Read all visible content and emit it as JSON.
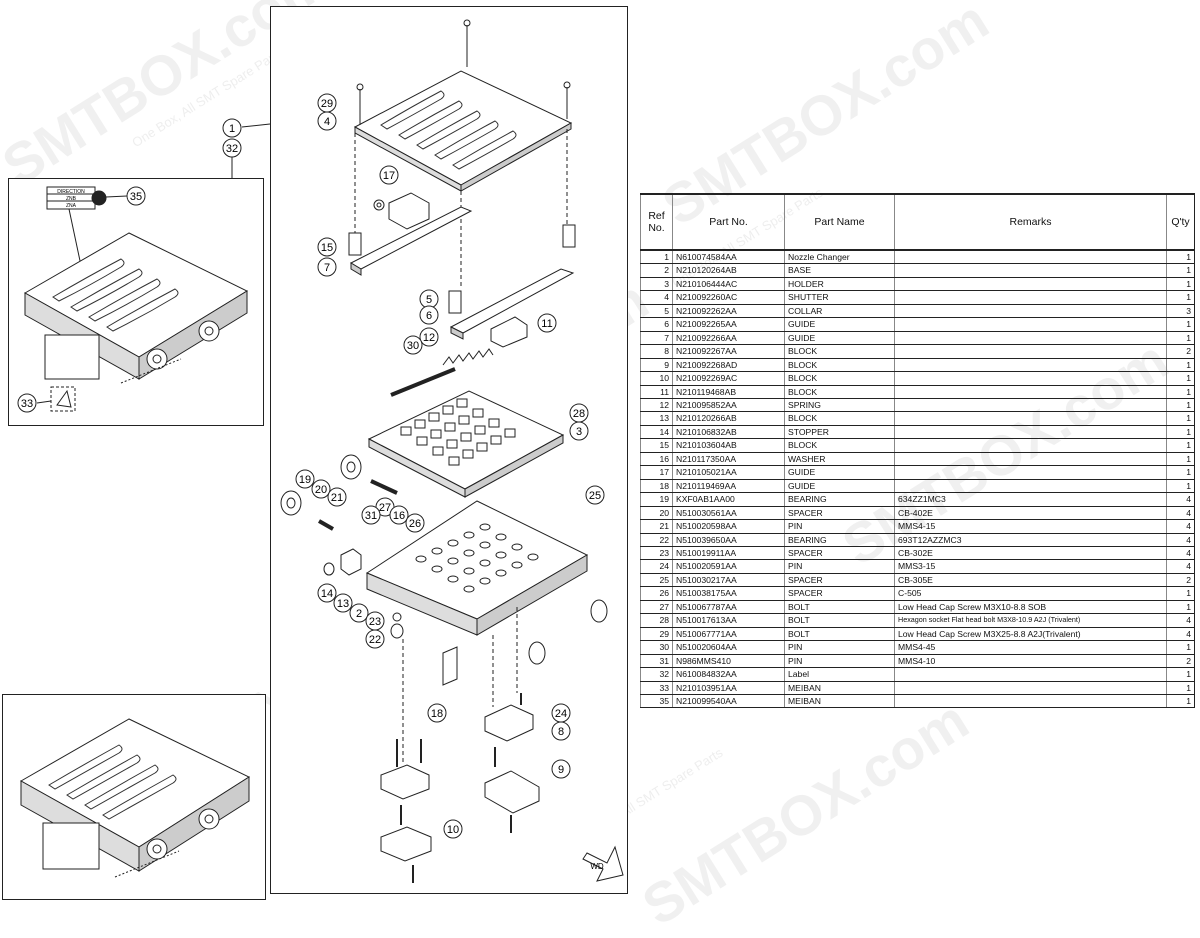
{
  "callouts": {
    "main": [
      "29",
      "4",
      "17",
      "15",
      "7",
      "5",
      "6",
      "11",
      "12",
      "30",
      "28",
      "3",
      "19",
      "20",
      "21",
      "27",
      "16",
      "26",
      "31",
      "25",
      "14",
      "13",
      "2",
      "23",
      "22",
      "18",
      "24",
      "8",
      "9",
      "10"
    ],
    "assembly_top": "1",
    "assembly_label": "32",
    "inset_meiban": "35",
    "inset_label": "33"
  },
  "inset": {
    "label_lines": [
      "DIRECTION",
      "ZNB",
      "ZNA"
    ]
  },
  "arrow_marker": "WD",
  "watermarks": {
    "brand": "SMTBOX.com",
    "tagline": "One Box, All SMT Spare Parts"
  },
  "table": {
    "headers": {
      "ref": "Ref\nNo.",
      "part_no": "Part No.",
      "part_name": "Part Name",
      "remarks": "Remarks",
      "qty": "Q'ty"
    },
    "rows": [
      {
        "ref": "1",
        "part_no": "N610074584AA",
        "name": "Nozzle Changer",
        "remarks": "",
        "qty": "1"
      },
      {
        "ref": "2",
        "part_no": "N210120264AB",
        "name": "BASE",
        "remarks": "",
        "qty": "1"
      },
      {
        "ref": "3",
        "part_no": "N210106444AC",
        "name": "HOLDER",
        "remarks": "",
        "qty": "1"
      },
      {
        "ref": "4",
        "part_no": "N210092260AC",
        "name": "SHUTTER",
        "remarks": "",
        "qty": "1"
      },
      {
        "ref": "5",
        "part_no": "N210092262AA",
        "name": "COLLAR",
        "remarks": "",
        "qty": "3"
      },
      {
        "ref": "6",
        "part_no": "N210092265AA",
        "name": "GUIDE",
        "remarks": "",
        "qty": "1"
      },
      {
        "ref": "7",
        "part_no": "N210092266AA",
        "name": "GUIDE",
        "remarks": "",
        "qty": "1"
      },
      {
        "ref": "8",
        "part_no": "N210092267AA",
        "name": "BLOCK",
        "remarks": "",
        "qty": "2"
      },
      {
        "ref": "9",
        "part_no": "N210092268AD",
        "name": "BLOCK",
        "remarks": "",
        "qty": "1"
      },
      {
        "ref": "10",
        "part_no": "N210092269AC",
        "name": "BLOCK",
        "remarks": "",
        "qty": "1"
      },
      {
        "ref": "11",
        "part_no": "N210119468AB",
        "name": "BLOCK",
        "remarks": "",
        "qty": "1"
      },
      {
        "ref": "12",
        "part_no": "N210095852AA",
        "name": "SPRING",
        "remarks": "",
        "qty": "1"
      },
      {
        "ref": "13",
        "part_no": "N210120266AB",
        "name": "BLOCK",
        "remarks": "",
        "qty": "1"
      },
      {
        "ref": "14",
        "part_no": "N210106832AB",
        "name": "STOPPER",
        "remarks": "",
        "qty": "1"
      },
      {
        "ref": "15",
        "part_no": "N210103604AB",
        "name": "BLOCK",
        "remarks": "",
        "qty": "1"
      },
      {
        "ref": "16",
        "part_no": "N210117350AA",
        "name": "WASHER",
        "remarks": "",
        "qty": "1"
      },
      {
        "ref": "17",
        "part_no": "N210105021AA",
        "name": "GUIDE",
        "remarks": "",
        "qty": "1"
      },
      {
        "ref": "18",
        "part_no": "N210119469AA",
        "name": "GUIDE",
        "remarks": "",
        "qty": "1"
      },
      {
        "ref": "19",
        "part_no": "KXF0AB1AA00",
        "name": "BEARING",
        "remarks": "634ZZ1MC3",
        "qty": "4"
      },
      {
        "ref": "20",
        "part_no": "N510030561AA",
        "name": "SPACER",
        "remarks": "CB-402E",
        "qty": "4"
      },
      {
        "ref": "21",
        "part_no": "N510020598AA",
        "name": "PIN",
        "remarks": "MMS4-15",
        "qty": "4"
      },
      {
        "ref": "22",
        "part_no": "N510039650AA",
        "name": "BEARING",
        "remarks": "693T12AZZMC3",
        "qty": "4"
      },
      {
        "ref": "23",
        "part_no": "N510019911AA",
        "name": "SPACER",
        "remarks": "CB-302E",
        "qty": "4"
      },
      {
        "ref": "24",
        "part_no": "N510020591AA",
        "name": "PIN",
        "remarks": "MMS3-15",
        "qty": "4"
      },
      {
        "ref": "25",
        "part_no": "N510030217AA",
        "name": "SPACER",
        "remarks": "CB-305E",
        "qty": "2"
      },
      {
        "ref": "26",
        "part_no": "N510038175AA",
        "name": "SPACER",
        "remarks": "C-505",
        "qty": "1"
      },
      {
        "ref": "27",
        "part_no": "N510067787AA",
        "name": "BOLT",
        "remarks": "Low Head Cap Screw M3X10-8.8 SOB",
        "qty": "1"
      },
      {
        "ref": "28",
        "part_no": "N510017613AA",
        "name": "BOLT",
        "remarks": "Hexagon socket Flat head bolt M3X8-10.9 A2J (Trivalent)",
        "qty": "4",
        "small": true
      },
      {
        "ref": "29",
        "part_no": "N510067771AA",
        "name": "BOLT",
        "remarks": "Low Head Cap Screw M3X25-8.8 A2J(Trivalent)",
        "qty": "4"
      },
      {
        "ref": "30",
        "part_no": "N510020604AA",
        "name": "PIN",
        "remarks": "MMS4-45",
        "qty": "1"
      },
      {
        "ref": "31",
        "part_no": "N986MMS410",
        "name": "PIN",
        "remarks": "MMS4-10",
        "qty": "2"
      },
      {
        "ref": "32",
        "part_no": "N610084832AA",
        "name": "Label",
        "remarks": "",
        "qty": "1"
      },
      {
        "ref": "33",
        "part_no": "N210103951AA",
        "name": "MEIBAN",
        "remarks": "",
        "qty": "1"
      },
      {
        "ref": "35",
        "part_no": "N210099540AA",
        "name": "MEIBAN",
        "remarks": "",
        "qty": "1"
      }
    ]
  }
}
